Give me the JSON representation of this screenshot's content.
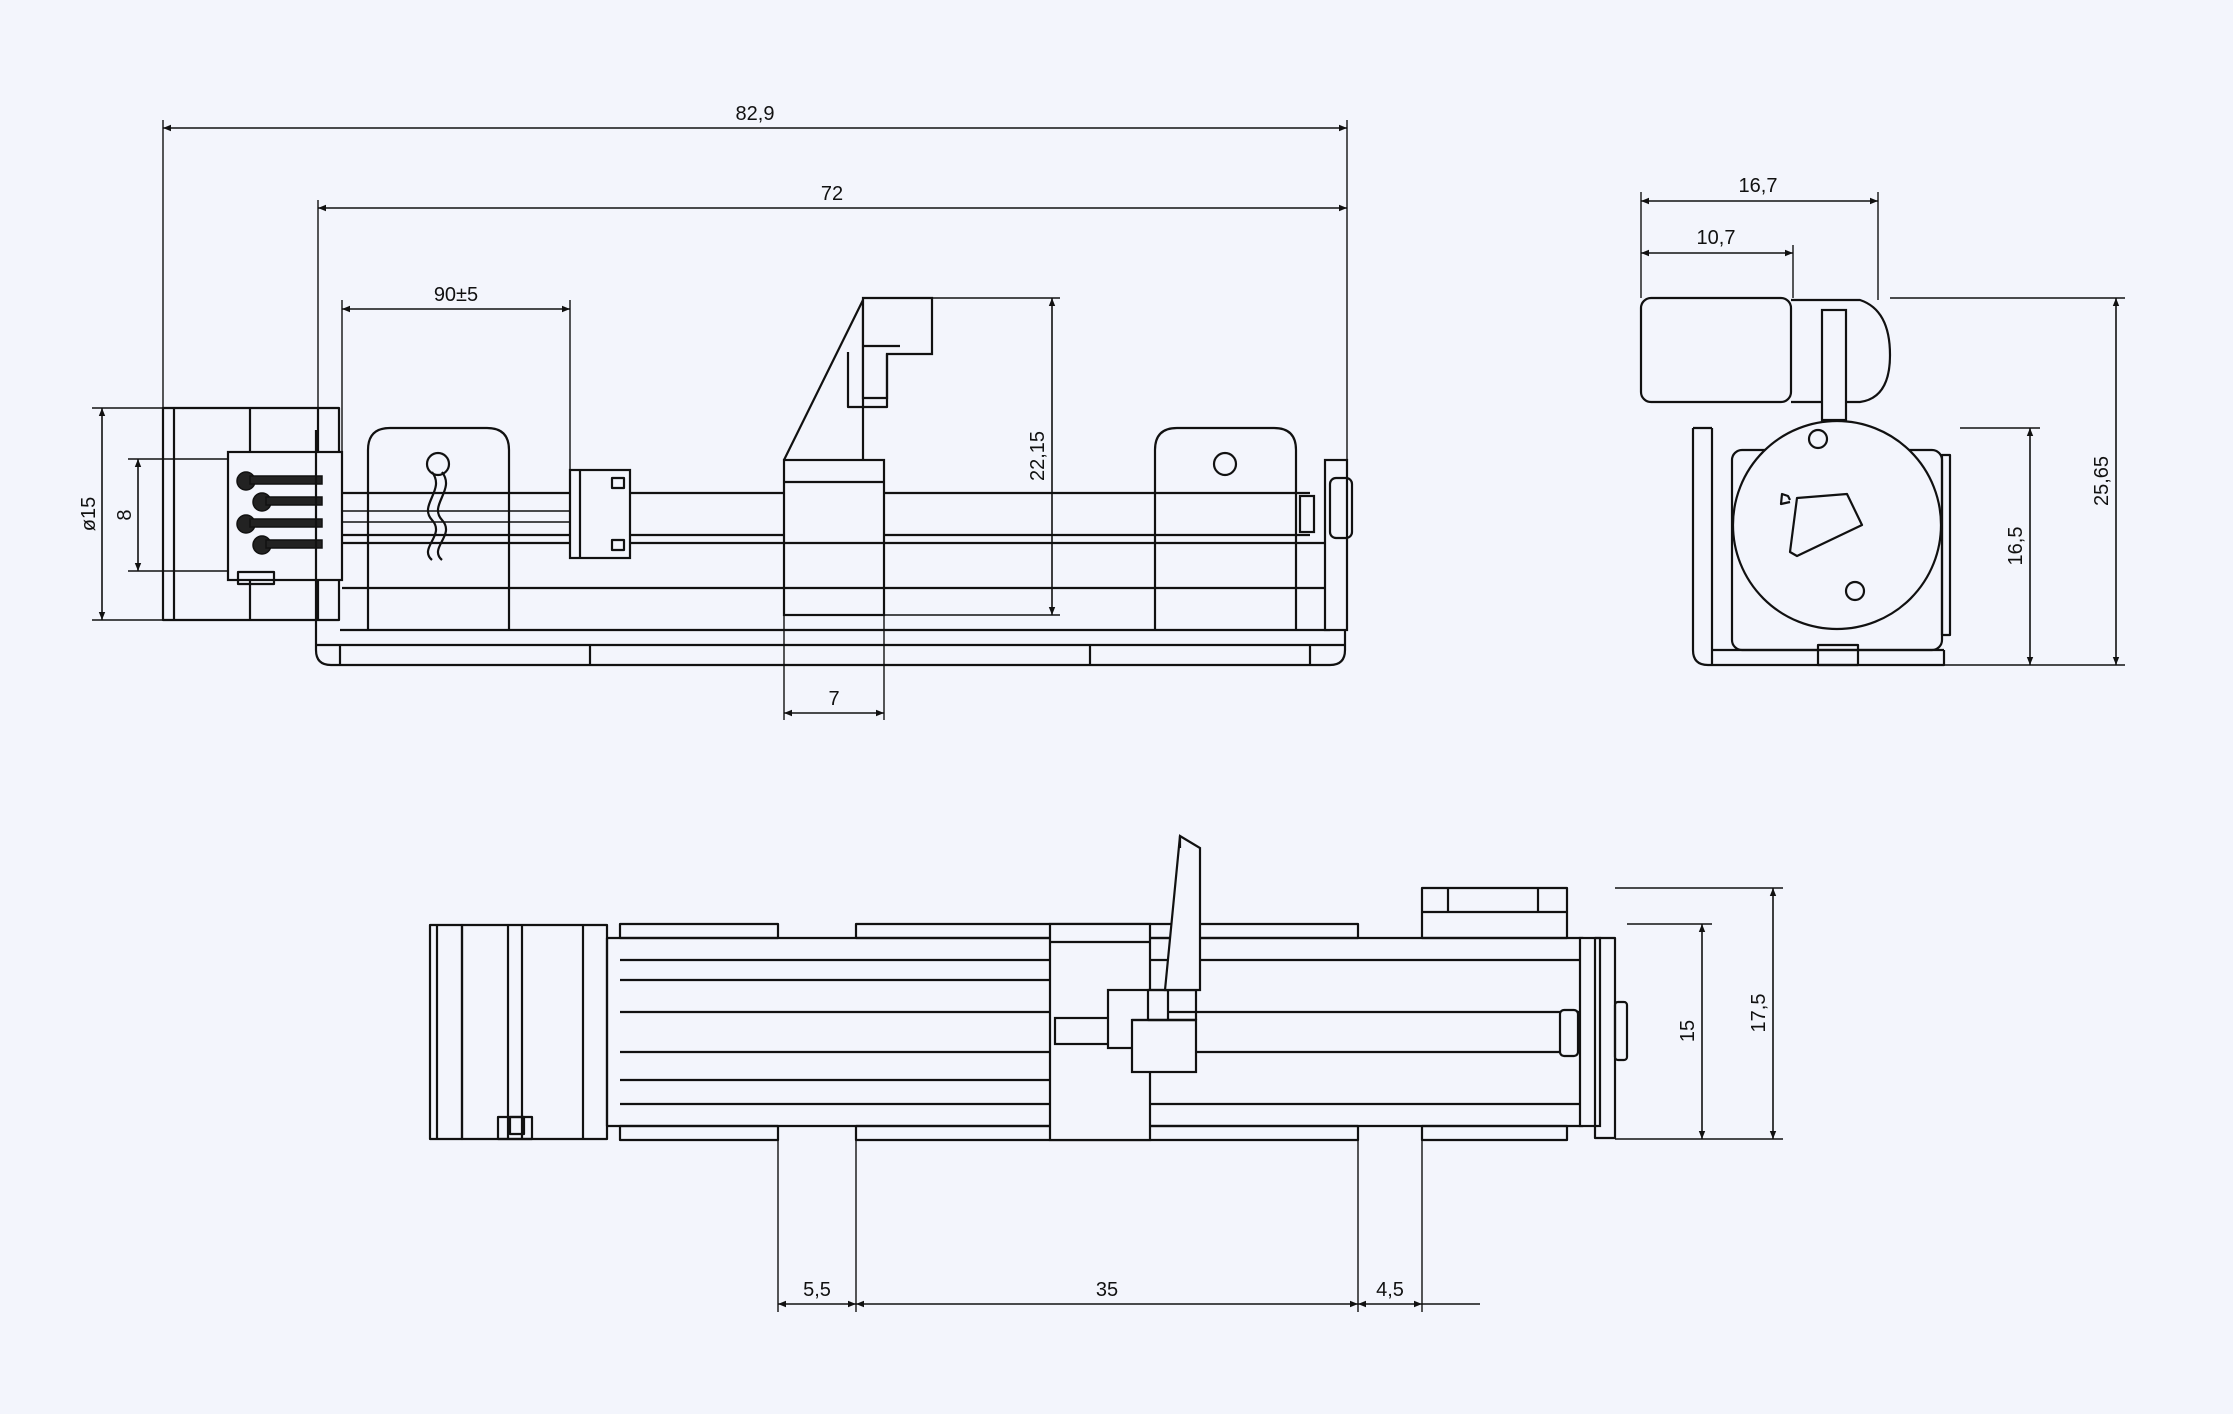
{
  "colors": {
    "background": "#f3f5fc",
    "line": "#111111"
  },
  "dimensions": {
    "side_view": {
      "overall_length": "82,9",
      "body_length": "72",
      "cable_length": "90±5",
      "height": "22,15",
      "slider_width": "7",
      "motor_diameter": "ø15",
      "motor_inner": "8"
    },
    "end_view": {
      "width_total": "16,7",
      "width_partial": "10,7",
      "height_total": "25,65",
      "height_body": "16,5"
    },
    "top_view": {
      "height_outer": "17,5",
      "height_inner": "15",
      "offset_left": "5,5",
      "hole_spacing": "35",
      "offset_right": "4,5"
    }
  }
}
